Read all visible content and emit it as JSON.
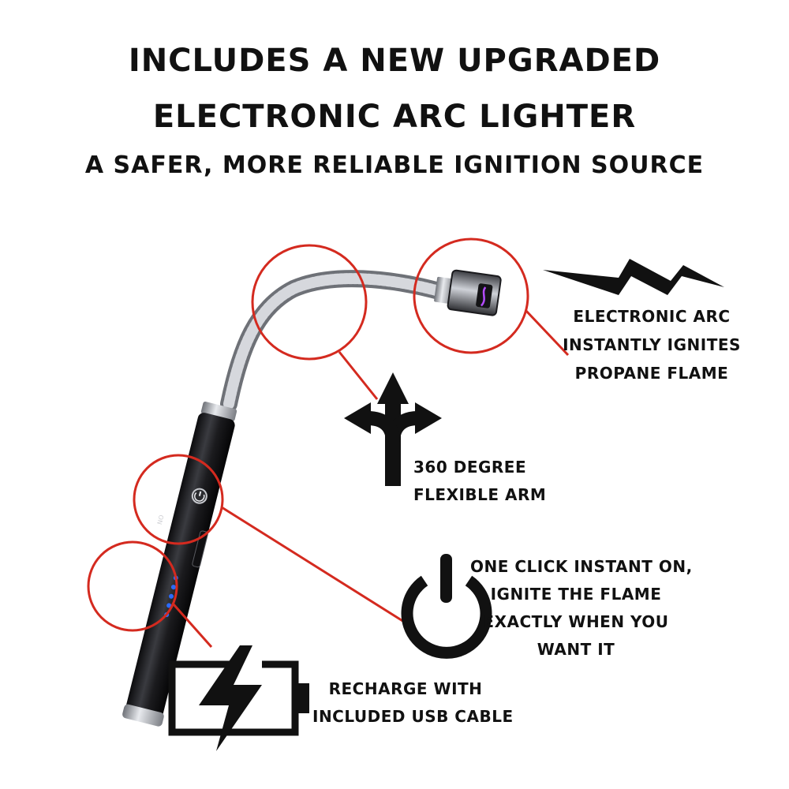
{
  "header": {
    "title_line1": "Includes a new upgraded",
    "title_line2": "electronic arc lighter",
    "subtitle": "A safer, more reliable ignition source"
  },
  "callouts": {
    "arc": {
      "line1": "Electronic arc",
      "line2": "instantly ignites",
      "line3": "propane flame"
    },
    "arm": {
      "line1": "360 degree",
      "line2": "flexible arm"
    },
    "power": {
      "line1": "One click instant on,",
      "line2": "ignite the flame",
      "line3": "exactly when you",
      "line4": "want it"
    },
    "charge": {
      "line1": "Recharge with",
      "line2": "included USB cable"
    }
  },
  "lighter": {
    "switch_label": "ON",
    "battery_indicator_level": 5
  },
  "colors": {
    "accent": "#d42a1f",
    "text": "#111111",
    "led": "#2b6bff",
    "body": "#1f1f22",
    "metal": "#b9bcc2",
    "arc": "#b44cff"
  },
  "icons": [
    "lightning-bolt-icon",
    "direction-arrows-icon",
    "power-icon",
    "charging-battery-icon"
  ]
}
